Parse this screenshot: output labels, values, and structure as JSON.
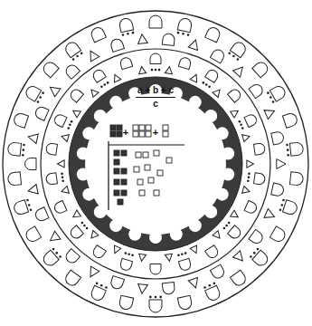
{
  "diagram": {
    "nodes": [
      {
        "text": [
          "a + b + c",
          "c"
        ]
      }
    ],
    "labels": [
      "+",
      "+"
    ]
  }
}
